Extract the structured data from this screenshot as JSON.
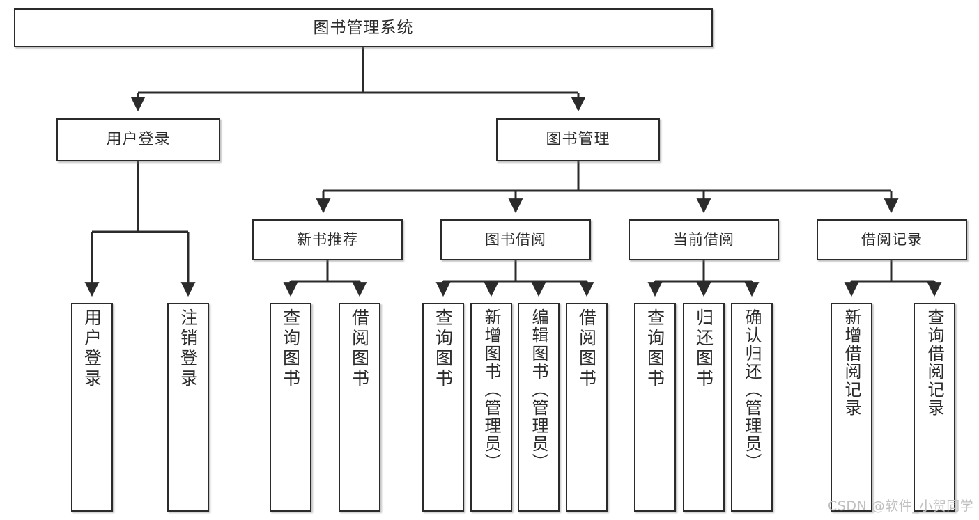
{
  "diagram": {
    "title": "图书管理系统",
    "type": "功能结构图",
    "root": {
      "label": "图书管理系统"
    },
    "level2": [
      {
        "label": "用户登录"
      },
      {
        "label": "图书管理"
      }
    ],
    "level3": [
      {
        "label": "新书推荐"
      },
      {
        "label": "图书借阅"
      },
      {
        "label": "当前借阅"
      },
      {
        "label": "借阅记录"
      }
    ],
    "leaves": {
      "user_login": [
        {
          "label": "用户登录"
        },
        {
          "label": "注销登录"
        }
      ],
      "new_book_recommend": [
        {
          "label": "查询图书"
        },
        {
          "label": "借阅图书"
        }
      ],
      "book_borrow": [
        {
          "label": "查询图书"
        },
        {
          "label": "新增图书（管理员）"
        },
        {
          "label": "编辑图书（管理员）"
        },
        {
          "label": "借阅图书"
        }
      ],
      "current_borrow": [
        {
          "label": "查询图书"
        },
        {
          "label": "归还图书"
        },
        {
          "label": "确认归还（管理员）"
        }
      ],
      "borrow_record": [
        {
          "label": "新增借阅记录"
        },
        {
          "label": "查询借阅记录"
        }
      ]
    }
  },
  "watermark": {
    "text": "CSDN @软件_小贺同学"
  },
  "colors": {
    "stroke": "#2b2b2b",
    "background": "#ffffff",
    "text": "#2b2b2b",
    "watermark": "#bfbfbf"
  }
}
